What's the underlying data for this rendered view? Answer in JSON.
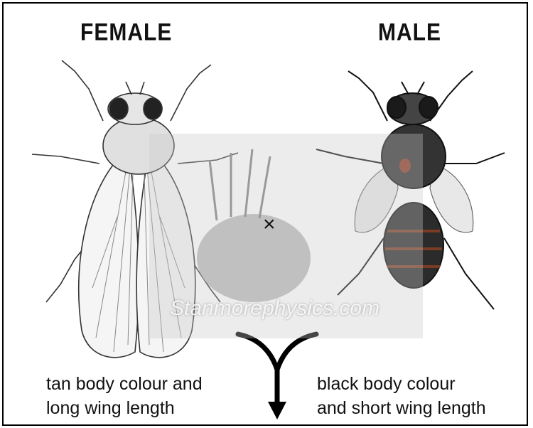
{
  "female": {
    "title": "FEMALE",
    "caption_line1": "tan body colour and",
    "caption_line2": "long wing length"
  },
  "male": {
    "title": "MALE",
    "caption_line1": "black body colour",
    "caption_line2": "and short wing length"
  },
  "cross_symbol": "×",
  "watermark": "Stanmorephysics.com",
  "colors": {
    "female_body": "#d9d9d9",
    "male_body": "#2b2b2b",
    "male_accent": "#8a3a22",
    "line": "#000000"
  }
}
